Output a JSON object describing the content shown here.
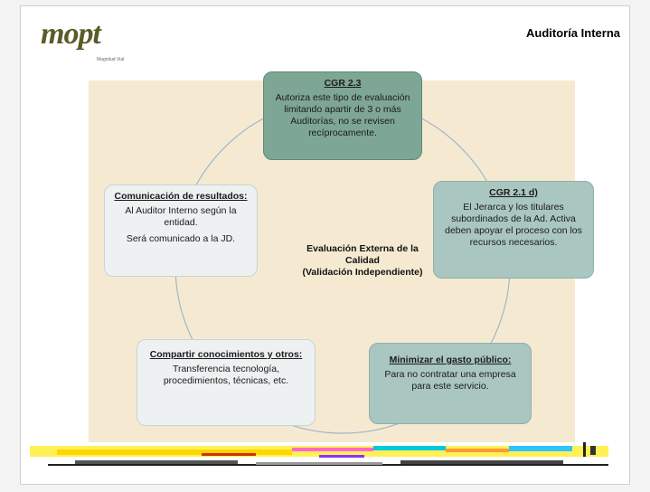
{
  "header": {
    "logo_text": "mopt",
    "logo_subtext": "Magnitud Vial",
    "title": "Auditoría Interna"
  },
  "diagram": {
    "center_label": [
      "Evaluación Externa de la",
      "Calidad",
      "(Validación Independiente)"
    ],
    "nodes": [
      {
        "title": "CGR 2.3",
        "body": "Autoriza este tipo de evaluación limitando apartir de 3 o más Auditorías, no se revisen recíprocamente.",
        "fill": "#7ea695"
      },
      {
        "title": "CGR 2.1 d)",
        "body": "El Jerarca y los titulares subordinados de la Ad. Activa deben apoyar el proceso con los recursos necesarios.",
        "fill": "#a9c6c0"
      },
      {
        "title": "Minimizar el gasto público",
        "title_suffix": ":",
        "body": "Para no contratar una empresa para este servicio.",
        "fill": "#a9c6c0"
      },
      {
        "title": "Compartir conocimientos y otros",
        "title_suffix": ":",
        "body": "Transferencia tecnología, procedimientos, técnicas, etc.",
        "fill": "#edf1f1"
      },
      {
        "title": "Comunicación de resultados",
        "title_suffix": ":",
        "body": "Al Auditor Interno según la entidad.",
        "body2": "Será comunicado a la JD.",
        "fill": "#edf1f1"
      }
    ],
    "panel_color": "#f5ead1",
    "ring_color": "#9fb8c8"
  }
}
